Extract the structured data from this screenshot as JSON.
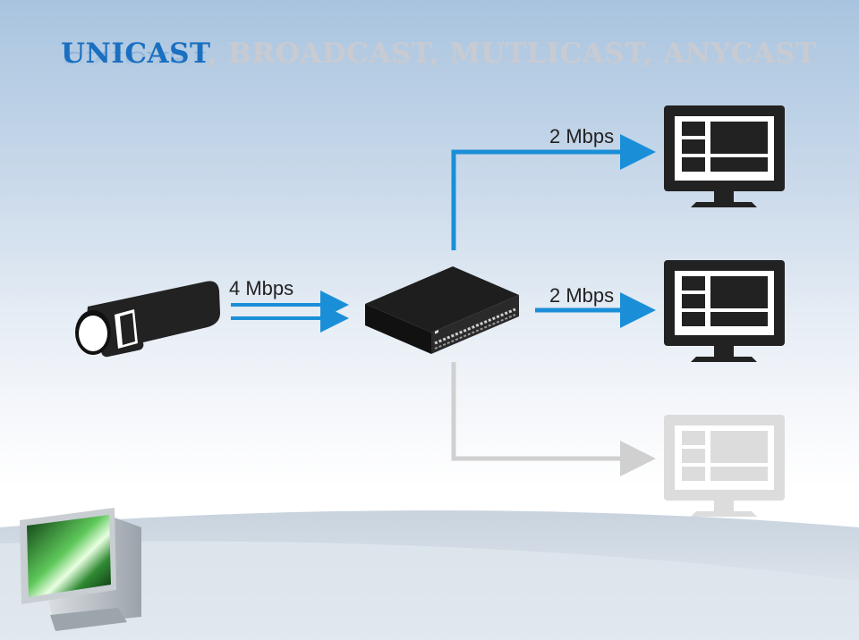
{
  "title": {
    "active": "UNICAST",
    "rest": ", BROADCAST, MUTLICAST, ANYCAST"
  },
  "links": {
    "input_rate": "4 Mbps",
    "output_top_rate": "2 Mbps",
    "output_middle_rate": "2 Mbps"
  },
  "colors": {
    "active_link": "#1a8fd8",
    "inactive_link": "#d0d0d0",
    "device": "#222222",
    "inactive_device": "#dcdcdc",
    "title_active": "#1a6fc0",
    "title_inactive": "#c9cbd2"
  },
  "icons": {
    "source": "camera-icon",
    "hub": "network-switch-icon",
    "receiver_top": "monitor-icon",
    "receiver_middle": "monitor-icon",
    "receiver_bottom": "monitor-icon",
    "decoration": "computer-monitor-icon"
  }
}
